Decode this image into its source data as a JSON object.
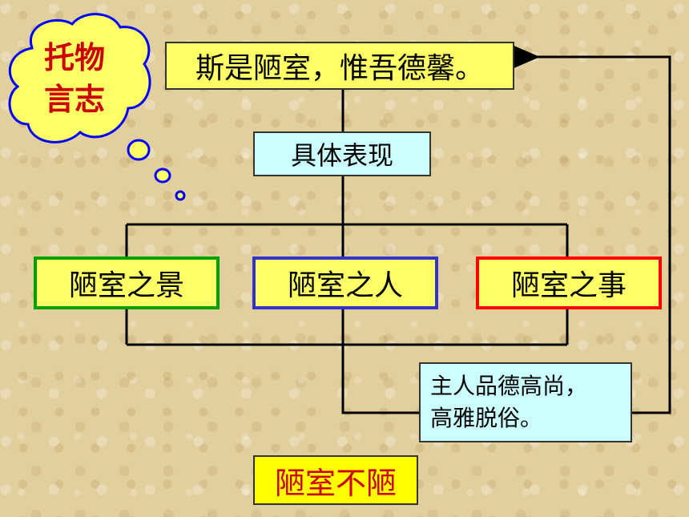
{
  "cloud": {
    "line1": "托物",
    "line2": "言志"
  },
  "top_box": "斯是陋室，惟吾德馨。",
  "mid_box": "具体表现",
  "branches": {
    "scene": "陋室之景",
    "person": "陋室之人",
    "event": "陋室之事"
  },
  "owner_box": {
    "line1": "主人品德高尚，",
    "line2": "高雅脱俗。"
  },
  "bottom_box": "陋室不陋",
  "colors": {
    "yellow_box": "#ffff66",
    "cyan_box": "#ccffff",
    "scene_border": "#00a000",
    "person_border": "#3333cc",
    "event_border": "#ff0000",
    "cloud_text": "#cc0000",
    "cloud_outline": "#0000ff"
  }
}
